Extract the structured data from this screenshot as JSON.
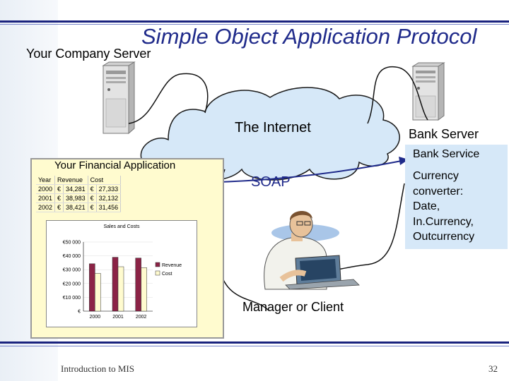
{
  "slide": {
    "title": "Simple Object Application Protocol",
    "company_server_label": "Your Company Server",
    "internet_label": "The Internet",
    "bank_server_label": "Bank Server",
    "bank_service_label": "Bank Service",
    "bank_service_lines": [
      "Currency",
      "converter:",
      "Date,",
      "In.Currency,",
      "Outcurrency"
    ],
    "soap_label": "SOAP",
    "financial_app_label": "Your Financial Application",
    "manager_label": "Manager or Client",
    "footer_left": "Introduction to MIS",
    "page_number": "32"
  },
  "colors": {
    "accent": "#1f2a8a",
    "cloud": "#d6e8f8",
    "sheet": "#fffbcf",
    "revenue": "#8b2346",
    "cost": "#fffbcf"
  },
  "spreadsheet": {
    "headers": [
      "Year",
      "Revenue",
      "Cost"
    ],
    "rows": [
      [
        "2000",
        "€",
        "34,281",
        "€",
        "27,333"
      ],
      [
        "2001",
        "€",
        "38,983",
        "€",
        "32,132"
      ],
      [
        "2002",
        "€",
        "38,421",
        "€",
        "31,456"
      ]
    ]
  },
  "chart_data": {
    "type": "bar",
    "title": "Sales and Costs",
    "categories": [
      "2000",
      "2001",
      "2002"
    ],
    "series": [
      {
        "name": "Revenue",
        "values": [
          34281,
          38983,
          38421
        ]
      },
      {
        "name": "Cost",
        "values": [
          27333,
          32132,
          31456
        ]
      }
    ],
    "y_tick_labels": [
      "€",
      "€10 000",
      "€20 000",
      "€30 000",
      "€40 000",
      "€50 000"
    ],
    "ylim": [
      0,
      50000
    ],
    "legend": "right"
  }
}
